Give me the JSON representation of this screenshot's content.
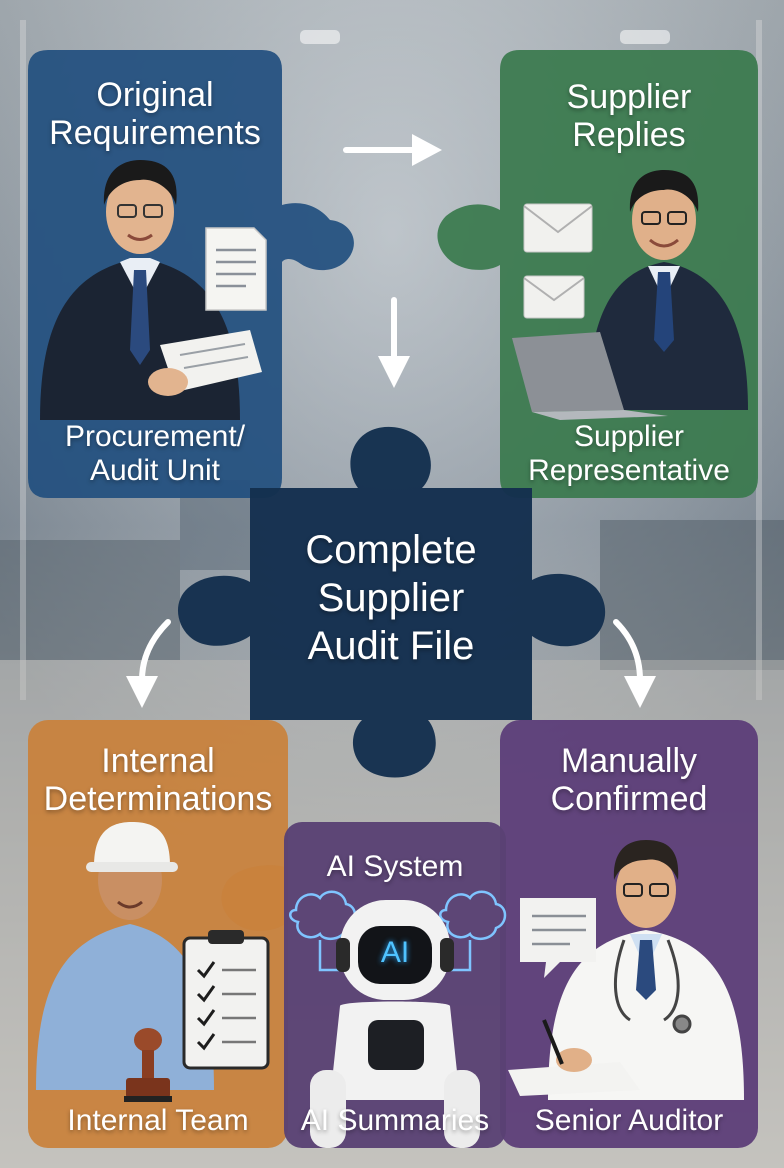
{
  "colors": {
    "blue_panel": "#22507f",
    "green_panel": "#3a7a4e",
    "navy_center": "#142f4e",
    "orange_panel": "#c9823d",
    "purple_panel": "#5b3d78",
    "purple_mid": "#5a4274",
    "arrow": "#ffffff"
  },
  "nodes": {
    "original_requirements": {
      "title": [
        "Original",
        "Requirements"
      ],
      "role": [
        "Procurement/",
        "Audit Unit"
      ]
    },
    "supplier_replies": {
      "title": [
        "Supplier",
        "Replies"
      ],
      "role": [
        "Supplier",
        "Representative"
      ]
    },
    "center": {
      "title": [
        "Complete",
        "Supplier",
        "Audit File"
      ]
    },
    "internal_determinations": {
      "title": [
        "Internal",
        "Determinations"
      ],
      "role": [
        "Internal Team"
      ]
    },
    "ai_system": {
      "title": [
        "AI System"
      ],
      "role": [
        "AI Summaries"
      ],
      "badge": "AI"
    },
    "manually_confirmed": {
      "title": [
        "Manually",
        "Confirmed"
      ],
      "role": [
        "Senior Auditor"
      ]
    }
  },
  "icons": [
    "document-icon",
    "envelope-icon",
    "laptop-icon",
    "hard-hat-icon",
    "clipboard-icon",
    "stamp-icon",
    "brain-icon",
    "robot-icon",
    "speech-bubble-icon",
    "stethoscope-icon",
    "pen-icon"
  ]
}
